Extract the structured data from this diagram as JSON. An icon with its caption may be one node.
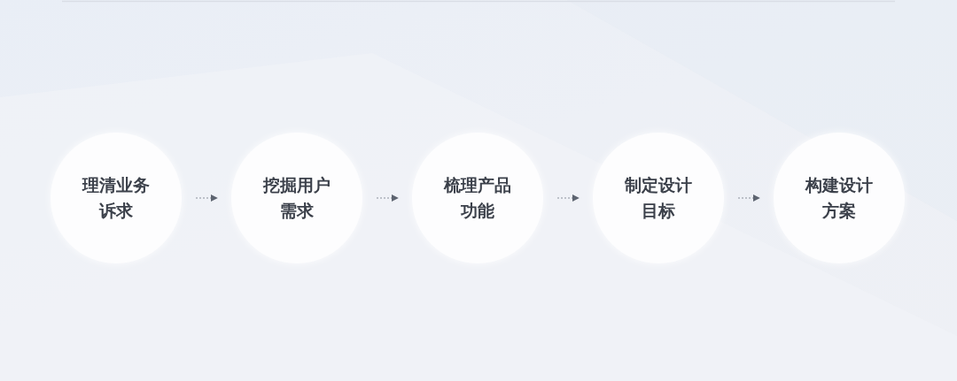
{
  "diagram": {
    "nodes": [
      {
        "text": [
          "理清业务诉求"
        ]
      },
      {
        "text": [
          "挖掘用户需求"
        ]
      },
      {
        "text": [
          "梳理产品功能"
        ]
      },
      {
        "text": [
          "制定设计目标"
        ]
      },
      {
        "text": [
          "构建设计方案"
        ]
      }
    ],
    "edges": [
      {
        "from": 0,
        "to": 1,
        "arrow": "to",
        "style": "dashed"
      },
      {
        "from": 1,
        "to": 2,
        "arrow": "to",
        "style": "dashed"
      },
      {
        "from": 2,
        "to": 3,
        "arrow": "to",
        "style": "dashed"
      },
      {
        "from": 3,
        "to": 4,
        "arrow": "to",
        "style": "dashed"
      }
    ]
  }
}
